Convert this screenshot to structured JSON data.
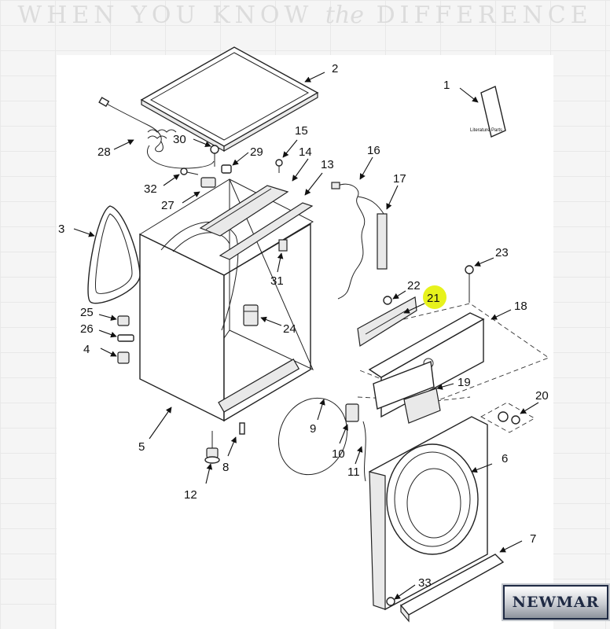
{
  "header": {
    "tagline_start": "WHEN YOU KNOW",
    "tagline_the": "the",
    "tagline_end": "DIFFERENCE"
  },
  "brand": {
    "logo_text": "NEWMAR",
    "accent": "#1f2a44"
  },
  "literature": {
    "label": "Literature Parts"
  },
  "highlight": {
    "part": "21",
    "color": "#e7f21c"
  },
  "callouts": {
    "c1": "1",
    "c2": "2",
    "c3": "3",
    "c4": "4",
    "c5": "5",
    "c6": "6",
    "c7": "7",
    "c8": "8",
    "c9": "9",
    "c10": "10",
    "c11": "11",
    "c12": "12",
    "c13": "13",
    "c14": "14",
    "c15": "15",
    "c16": "16",
    "c17": "17",
    "c18": "18",
    "c19": "19",
    "c20": "20",
    "c21": "21",
    "c22": "22",
    "c23": "23",
    "c24": "24",
    "c25": "25",
    "c26": "26",
    "c27": "27",
    "c28": "28",
    "c29": "29",
    "c30": "30",
    "c31": "31",
    "c32": "32",
    "c33": "33"
  }
}
